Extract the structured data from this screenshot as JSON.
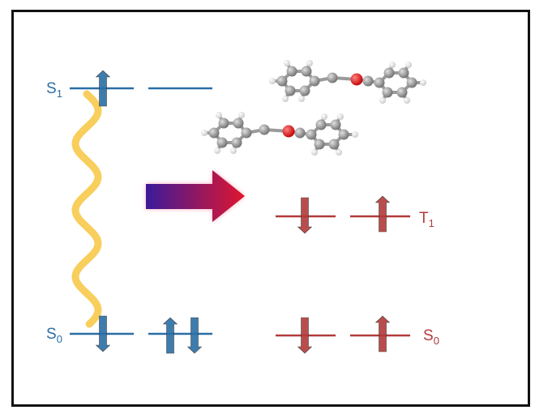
{
  "colors": {
    "singlet": "#2a6ea6",
    "triplet": "#b23a3a",
    "photon": "#f7c94a",
    "arrow_start": "#3b1a9a",
    "arrow_end": "#e0162e",
    "atom_carbon": "#8c8c8c",
    "atom_oxygen": "#dd1111"
  },
  "labels": {
    "s1": {
      "base": "S",
      "sub": "1"
    },
    "s0_left": {
      "base": "S",
      "sub": "0"
    },
    "t1": {
      "base": "T",
      "sub": "1"
    },
    "s0_right": {
      "base": "S",
      "sub": "0"
    }
  },
  "icons": {
    "excitation": "wavy-photon-icon",
    "transfer": "gradient-arrow-icon",
    "molecule": "molecule-dimer-icon",
    "spin_up": "spin-up-arrow-icon",
    "spin_down": "spin-down-arrow-icon"
  }
}
